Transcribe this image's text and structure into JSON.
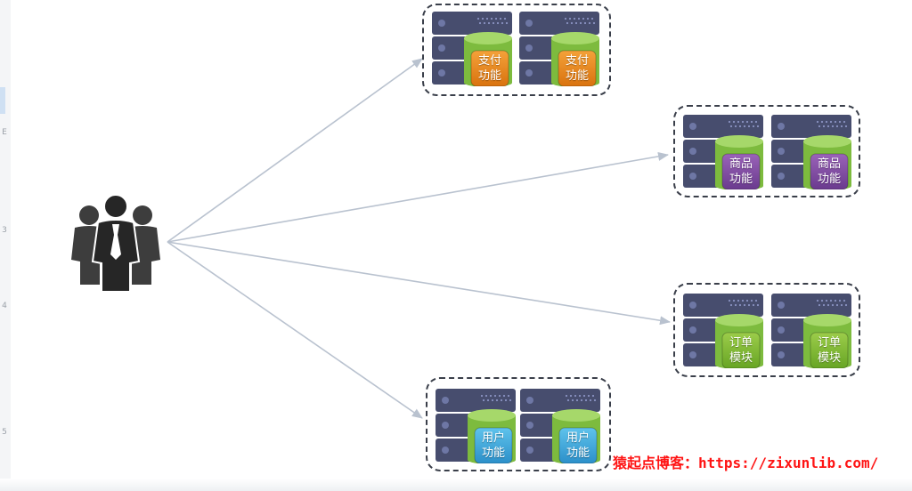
{
  "users": {
    "icon": "people-group-icon"
  },
  "clusters": [
    {
      "key": "payment",
      "nodes": [
        {
          "label": "支付\n功能"
        },
        {
          "label": "支付\n功能"
        }
      ],
      "colors": {
        "top": "#f4a23a",
        "bottom": "#d9720e",
        "cyl": "#7dbb3e",
        "cylTop": "#a6d86a"
      }
    },
    {
      "key": "product",
      "nodes": [
        {
          "label": "商品\n功能"
        },
        {
          "label": "商品\n功能"
        }
      ],
      "colors": {
        "top": "#9a63b8",
        "bottom": "#6a3a8e",
        "cyl": "#7dbb3e",
        "cylTop": "#a6d86a"
      }
    },
    {
      "key": "order",
      "nodes": [
        {
          "label": "订单\n模块"
        },
        {
          "label": "订单\n模块"
        }
      ],
      "colors": {
        "top": "#9ccd4a",
        "bottom": "#67a524",
        "cyl": "#7dbb3e",
        "cylTop": "#a6d86a"
      }
    },
    {
      "key": "user",
      "nodes": [
        {
          "label": "用户\n功能"
        },
        {
          "label": "用户\n功能"
        }
      ],
      "colors": {
        "top": "#5fc3ec",
        "bottom": "#2b8fc9",
        "cyl": "#7dbb3e",
        "cylTop": "#a6d86a"
      }
    }
  ],
  "watermark": "猿起点博客：https://zixunlib.com/",
  "edge_marks": [
    "E",
    "3",
    "4",
    "5"
  ],
  "colors": {
    "arrow": "#b9c2cf",
    "serverBody": "#474d6e",
    "serverLed": "#6e77a5",
    "border": "#3a3f4a"
  }
}
